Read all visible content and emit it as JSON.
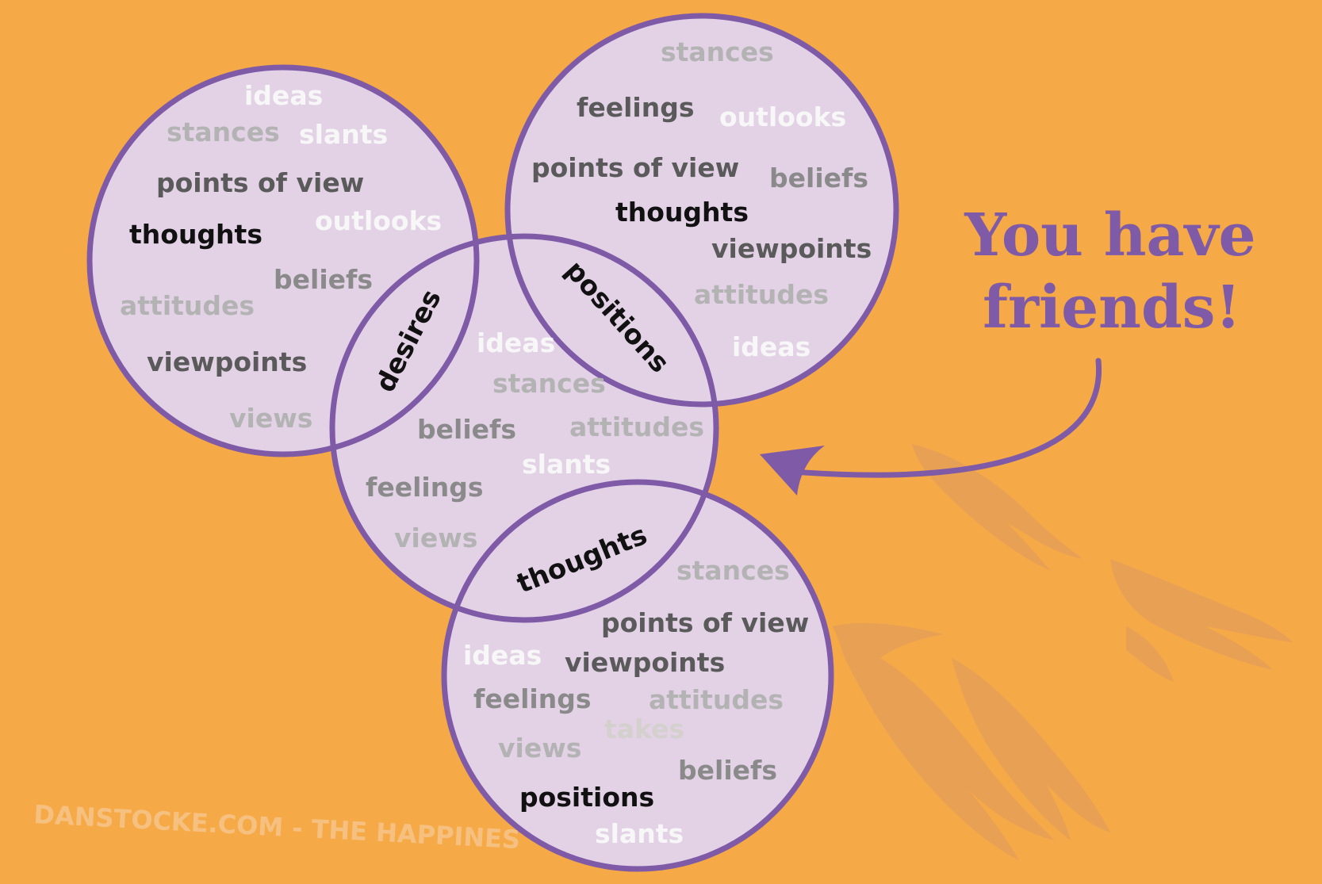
{
  "headline": {
    "line1": "You have",
    "line2": "friends!"
  },
  "watermark": "DANSTOCKE.COM - THE HAPPINES",
  "colors": {
    "background": "#f5a947",
    "circle_fill": "#e3d2e6",
    "circle_stroke": "#7e5aa7",
    "headline": "#7e5aa7"
  },
  "circles": {
    "top_left": [
      "ideas",
      "stances",
      "slants",
      "points of view",
      "thoughts",
      "outlooks",
      "beliefs",
      "attitudes",
      "viewpoints",
      "views"
    ],
    "top_right": [
      "stances",
      "feelings",
      "outlooks",
      "points of view",
      "beliefs",
      "thoughts",
      "viewpoints",
      "attitudes",
      "ideas"
    ],
    "center": [
      "ideas",
      "stances",
      "beliefs",
      "attitudes",
      "slants",
      "feelings",
      "views"
    ],
    "bottom": [
      "stances",
      "points of view",
      "ideas",
      "viewpoints",
      "feelings",
      "attitudes",
      "takes",
      "views",
      "beliefs",
      "positions",
      "slants"
    ]
  },
  "overlaps": {
    "left_center": "desires",
    "right_center": "positions",
    "center_bottom": "thoughts"
  }
}
